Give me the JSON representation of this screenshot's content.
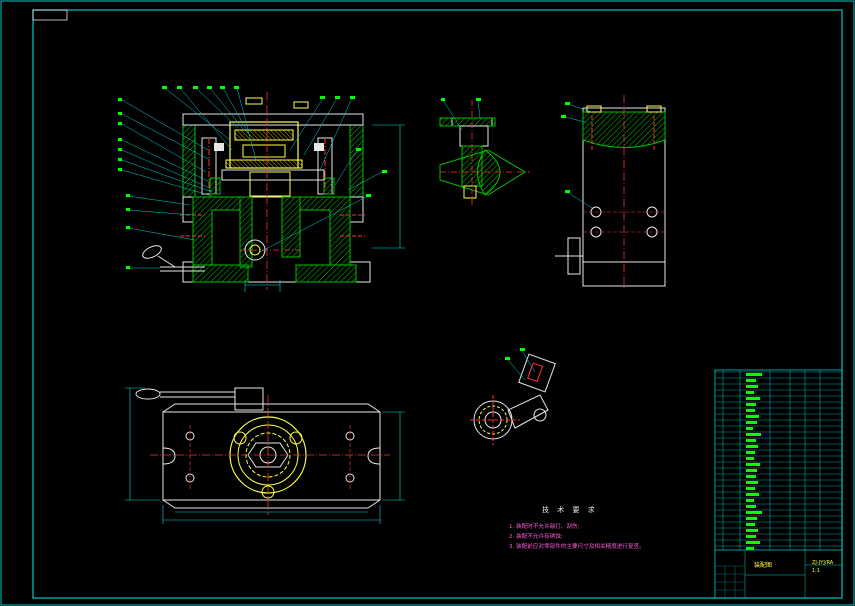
{
  "drawing": {
    "tech_requirements_title": "技 术 要 求",
    "tech_requirements": [
      "1. 装配时不允许敲打、刮伤;",
      "2. 装配不允许有锈蚀;",
      "3. 装配前应对零部件的主要尺寸及相关精度进行复查。"
    ],
    "title_block": {
      "drawing_name": "装配图",
      "drawing_code": "ZJ-JYJ/RA",
      "scale": "1:1"
    }
  },
  "colors": {
    "frame": "#00c8c8",
    "outline": "#e8e8e8",
    "section": "#00d000",
    "center": "#ff3030",
    "dimension": "#00e0e0",
    "part": "#ffff40",
    "leader": "#00d0d0",
    "text": "#ff5ad8",
    "balloon": "#00ff00"
  }
}
